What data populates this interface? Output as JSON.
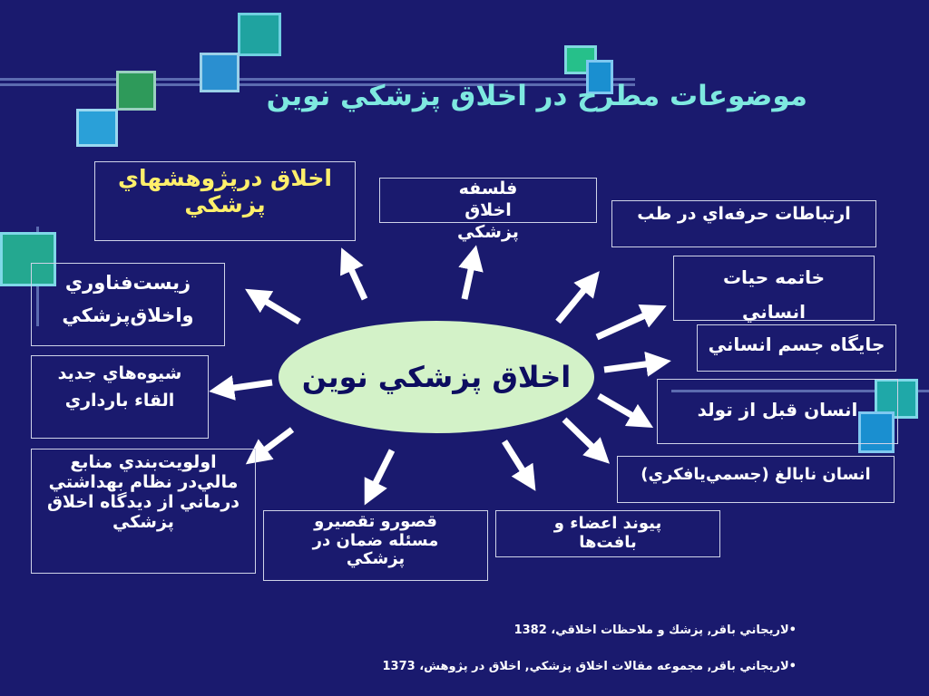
{
  "title": "موضوعات مطرح در اخلاق پزشكي نوين",
  "center": "اخلاق پزشكي نوين",
  "topics": {
    "research": "اخلاق درپژوهشهاي پزشكي",
    "philosophy": "فلسفه اخلاق پزشكي",
    "professional": "ارتباطات حرفه‌اي در طب",
    "end_of_life": "خاتمه حيات انساني",
    "body": "جايگاه جسم انساني",
    "before_birth": "انسان قبل از تولد",
    "immature": "انسان نابالغ (جسمي‌يافكري)",
    "transplant": "پيوند اعضاء و بافت‌ها",
    "malpractice": "قصورو تقصيرو مسئله ضمان در پزشكي",
    "resources": "اولويت‌بندي منابع مالي‌در نظام بهداشتي درماني از ديدگاه اخلاق پزشكي",
    "reproduction": "شيوه‌هاي جديد القاء بارداري",
    "biotech": "زيست‌فناوري واخلاق‌پزشكي"
  },
  "references": [
    "•لاريجاني باقر, پزشك و ملاحظات اخلاقي، 1382",
    "•لاريجاني باقر, مجموعه مقالات اخلاق پزشكي, اخلاق در پژوهش، 1373"
  ],
  "colors": {
    "background": "#1a1a6e",
    "title": "#7ee8e0",
    "ellipse": "#d3f2c8",
    "highlight_text": "#ffef6b",
    "arrow": "#ffffff"
  }
}
